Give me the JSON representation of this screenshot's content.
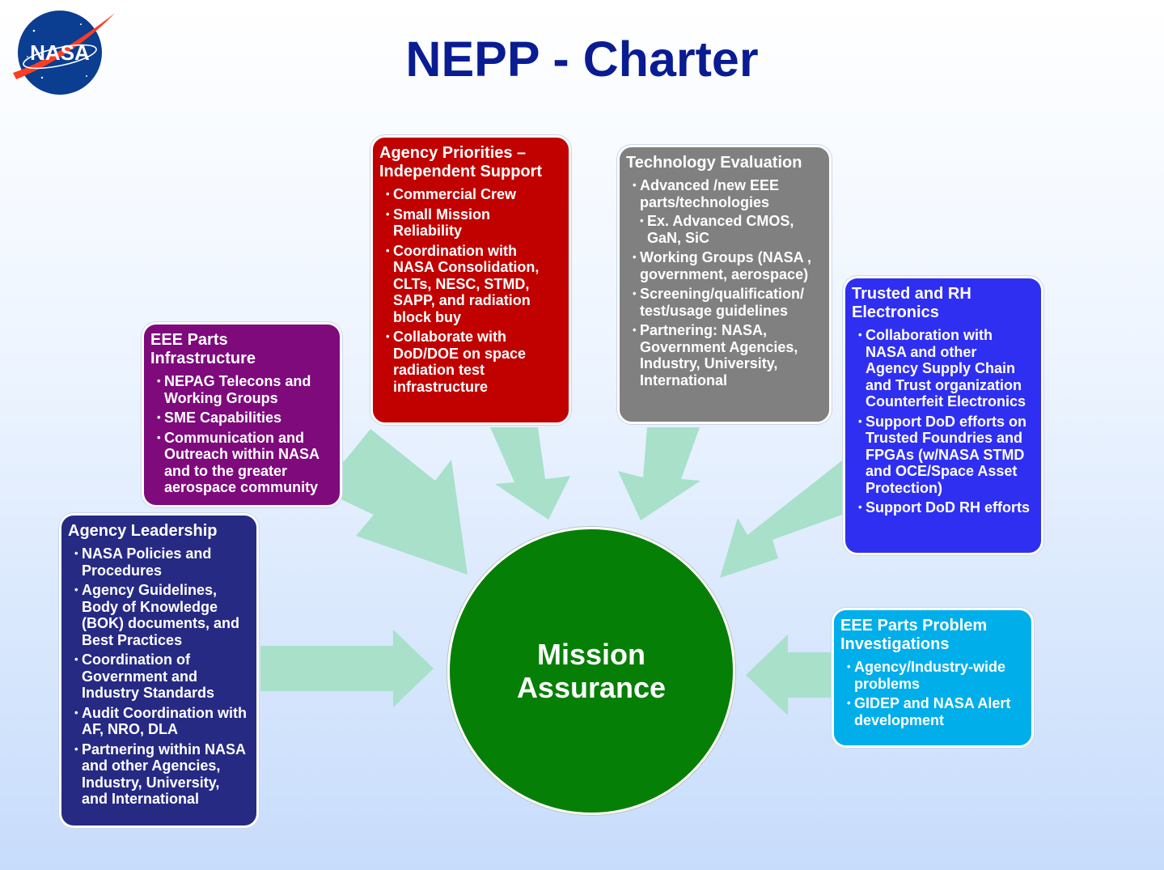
{
  "logo": {
    "text": "NASA",
    "colors": {
      "globe": "#0b3d91",
      "chevron": "#fc3d21"
    }
  },
  "title": "NEPP - Charter",
  "center": {
    "label": "Mission\nAssurance",
    "color": "#067f06"
  },
  "arrow_color": "#a8e0ca",
  "boxes": {
    "leadership": {
      "title": "Agency  Leadership",
      "color": "#262a83",
      "items": [
        "NASA Policies and Procedures",
        "Agency Guidelines, Body of Knowledge (BOK) documents, and Best Practices",
        "Coordination of Government and Industry Standards",
        "Audit Coordination with AF, NRO, DLA",
        "Partnering within NASA and other Agencies, Industry, University, and International"
      ]
    },
    "infrastructure": {
      "title": "EEE Parts Infrastructure",
      "color": "#7e0a7c",
      "items": [
        "NEPAG Telecons and Working Groups",
        "SME Capabilities",
        "Communication and Outreach within NASA and to the greater aerospace community"
      ]
    },
    "priorities": {
      "title": "Agency Priorities – Independent Support",
      "color": "#c10000",
      "items": [
        "Commercial Crew",
        "Small Mission Reliability",
        "Coordination with NASA Consolidation, CLTs, NESC, STMD, SAPP, and radiation block buy",
        "Collaborate with DoD/DOE on space radiation test infrastructure"
      ]
    },
    "technology": {
      "title": "Technology Evaluation",
      "color": "#808080",
      "items": [
        "Advanced /new EEE parts/technologies",
        "Ex. Advanced CMOS, GaN, SiC",
        "Working Groups (NASA , government, aerospace)",
        "Screening/qualification/ test/usage guidelines",
        "Partnering: NASA, Government Agencies, Industry, University, International"
      ]
    },
    "trusted": {
      "title": "Trusted and RH Electronics",
      "color": "#2f2ff2",
      "items": [
        "Collaboration with NASA and other Agency Supply Chain and Trust organization Counterfeit Electronics",
        "Support DoD efforts on Trusted Foundries and FPGAs (w/NASA STMD and OCE/Space Asset Protection)",
        "Support DoD RH efforts"
      ]
    },
    "problems": {
      "title": "EEE Parts Problem Investigations",
      "color": "#00aeea",
      "items": [
        "Agency/Industry-wide problems",
        "GIDEP and NASA Alert development"
      ]
    }
  }
}
